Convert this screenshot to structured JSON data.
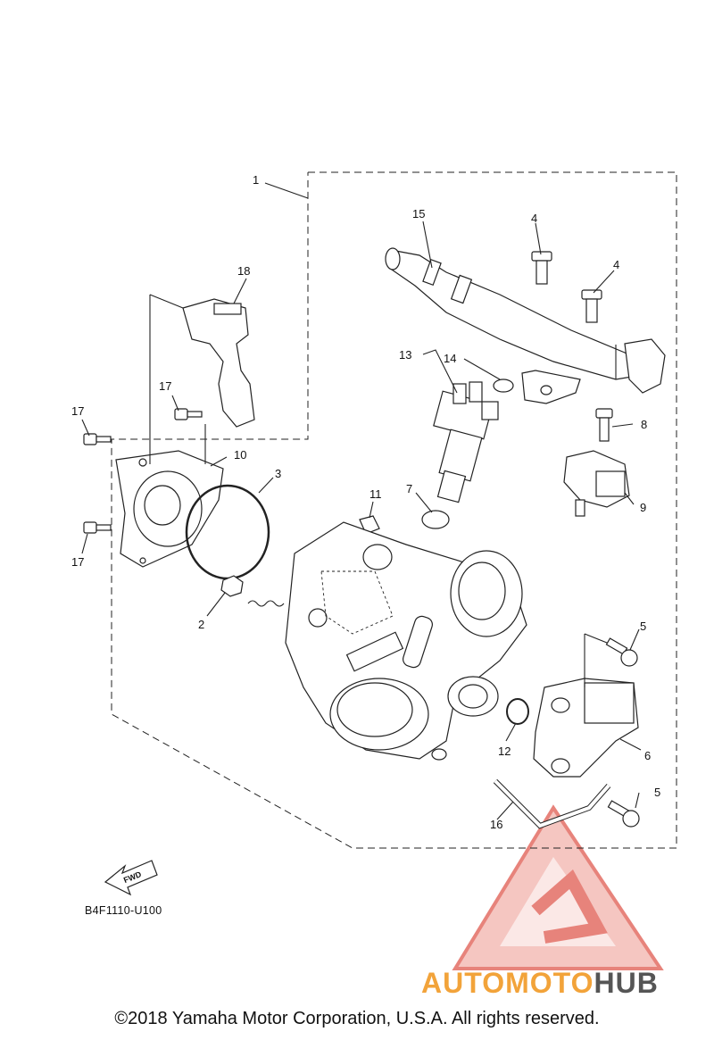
{
  "callouts": [
    "1",
    "2",
    "3",
    "4",
    "4",
    "5",
    "5",
    "6",
    "7",
    "8",
    "9",
    "10",
    "11",
    "12",
    "13",
    "14",
    "15",
    "16",
    "17",
    "17",
    "17",
    "18"
  ],
  "fwd_label": "FWD",
  "diagram_ref": "B4F1110-U100",
  "watermark": {
    "text_part1": "AUTOMOTO",
    "text_part2": "HUB",
    "color_accent": "#f2a33a",
    "color_dark": "#555555",
    "color_triangle": "#e05a50"
  },
  "copyright": "©2018 Yamaha Motor Corporation, U.S.A. All rights reserved."
}
